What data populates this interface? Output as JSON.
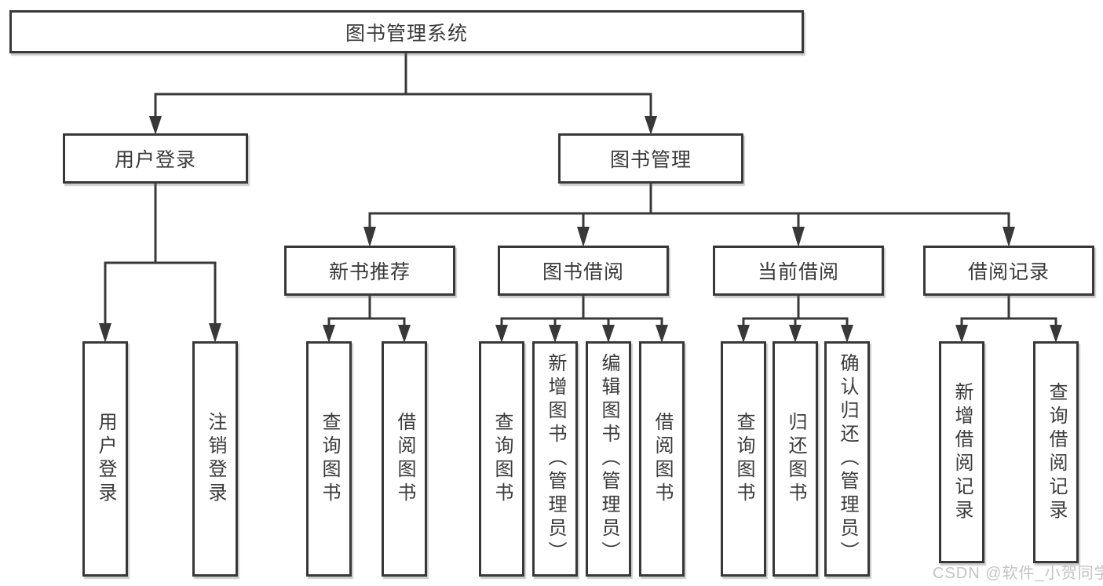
{
  "tree": {
    "root": {
      "label": "图书管理系统"
    },
    "branches": [
      {
        "label": "用户登录",
        "children": [
          {
            "label": "用户登录"
          },
          {
            "label": "注销登录"
          }
        ]
      },
      {
        "label": "图书管理",
        "children": [
          {
            "label": "新书推荐",
            "children": [
              {
                "label": "查询图书"
              },
              {
                "label": "借阅图书"
              }
            ]
          },
          {
            "label": "图书借阅",
            "children": [
              {
                "label": "查询图书"
              },
              {
                "label": "新增图书（管理员）"
              },
              {
                "label": "编辑图书（管理员）"
              },
              {
                "label": "借阅图书"
              }
            ]
          },
          {
            "label": "当前借阅",
            "children": [
              {
                "label": "查询图书"
              },
              {
                "label": "归还图书"
              },
              {
                "label": "确认归还（管理员）"
              }
            ]
          },
          {
            "label": "借阅记录",
            "children": [
              {
                "label": "新增借阅记录"
              },
              {
                "label": "查询借阅记录"
              }
            ]
          }
        ]
      }
    ]
  },
  "watermark": {
    "text": "CSDN @软件_小贺同学"
  },
  "colors": {
    "line": "#383838",
    "text": "#3a3a3a",
    "background": "#ffffff",
    "watermark": "#c3c3c3"
  }
}
